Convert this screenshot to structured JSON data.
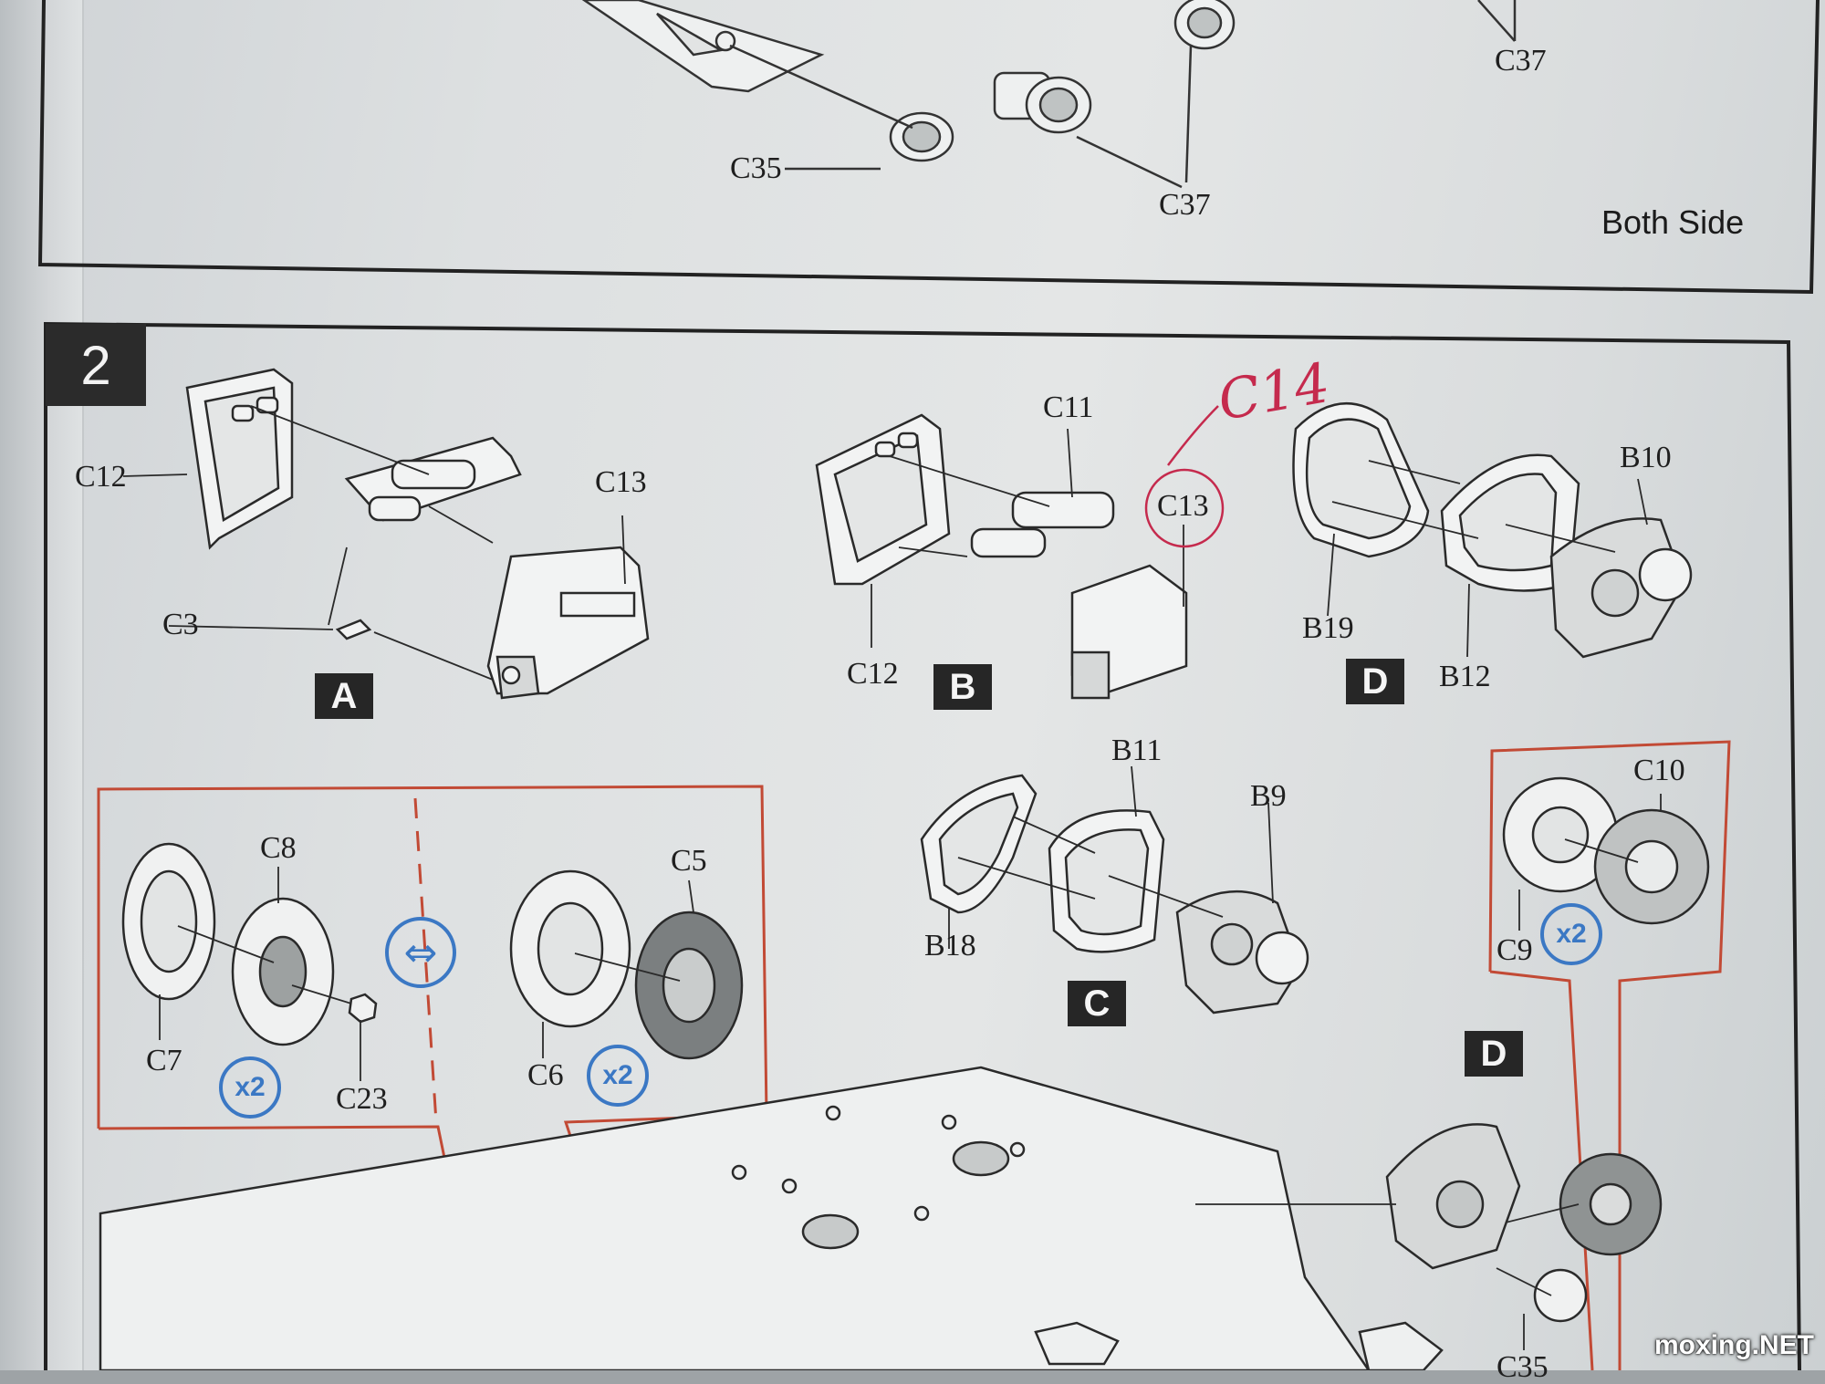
{
  "step_top": {
    "labels": {
      "c35": "C35",
      "c37_a": "C37",
      "c37_b": "C37"
    },
    "note": "Both Side"
  },
  "step2": {
    "number": "2",
    "A": {
      "badge": "A",
      "c12": "C12",
      "c13": "C13",
      "c3": "C3"
    },
    "B": {
      "badge": "B",
      "c11": "C11",
      "c13": "C13",
      "c12": "C12",
      "handwritten": "C14"
    },
    "D": {
      "badge": "D",
      "b10": "B10",
      "b19": "B19",
      "b12": "B12"
    },
    "C": {
      "badge": "C",
      "b11": "B11",
      "b9": "B9",
      "b18": "B18"
    },
    "wheels_left": {
      "c8": "C8",
      "c7": "C7",
      "c23": "C23",
      "multiplier": "x2"
    },
    "wheels_right": {
      "c5": "C5",
      "c6": "C6",
      "multiplier": "x2"
    },
    "sprocket": {
      "c10": "C10",
      "c9": "C9",
      "multiplier": "x2"
    },
    "hull": {
      "badge": "D",
      "c35": "C35"
    }
  },
  "icons": {
    "swap": "swap-arrows-icon"
  },
  "colors": {
    "callout_red": "#c24a35",
    "multiplier_blue": "#3b78c4",
    "handwriting": "#c52a4d"
  },
  "watermark": "moxing.NET"
}
